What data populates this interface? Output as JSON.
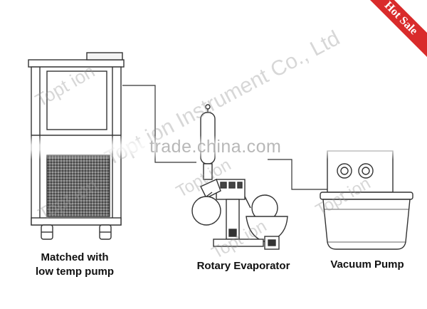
{
  "labels": {
    "chiller_line1": "Matched with",
    "chiller_line2": "low temp pump",
    "evaporator": "Rotary Evaporator",
    "pump": "Vacuum Pump"
  },
  "watermarks": {
    "brand": "Topt ion",
    "company": "Topt ion Instrument Co., Ltd",
    "site": "trade.china.com"
  },
  "ribbon": {
    "text": "Hot Sale"
  },
  "colors": {
    "line": "#333333",
    "ribbon": "#d92b2b"
  }
}
